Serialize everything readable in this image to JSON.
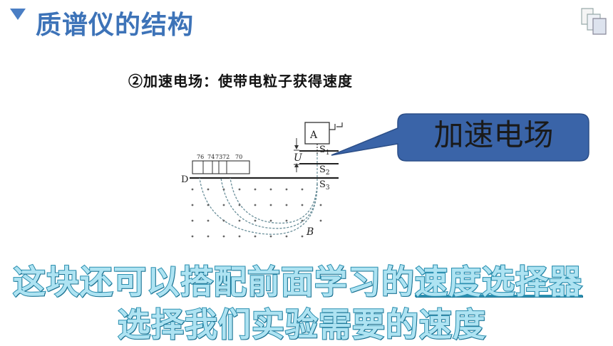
{
  "header": {
    "title": "质谱仪的结构"
  },
  "subtitle": "②加速电场：使带电粒子获得速度",
  "diagram": {
    "labels": {
      "A": "A",
      "U": "U",
      "S1": "S",
      "S1_sub": "1",
      "S2": "S",
      "S2_sub": "2",
      "S3": "S",
      "S3_sub": "3",
      "D": "D",
      "B": "B"
    },
    "scale_numbers": [
      "76",
      "74",
      "73",
      "72",
      "70"
    ]
  },
  "callout": {
    "text": "加速电场"
  },
  "bottom_text": {
    "line1_plain": "这块还可以搭配前面学习的",
    "line1_underlined": "速度选择器",
    "line2": "选择我们实验需要的速度"
  },
  "colors": {
    "title": "#3d73b8",
    "callout_fill": "#3a64a8",
    "big_text_fill": "#aee3f2",
    "big_text_stroke": "#2a8fb0"
  }
}
